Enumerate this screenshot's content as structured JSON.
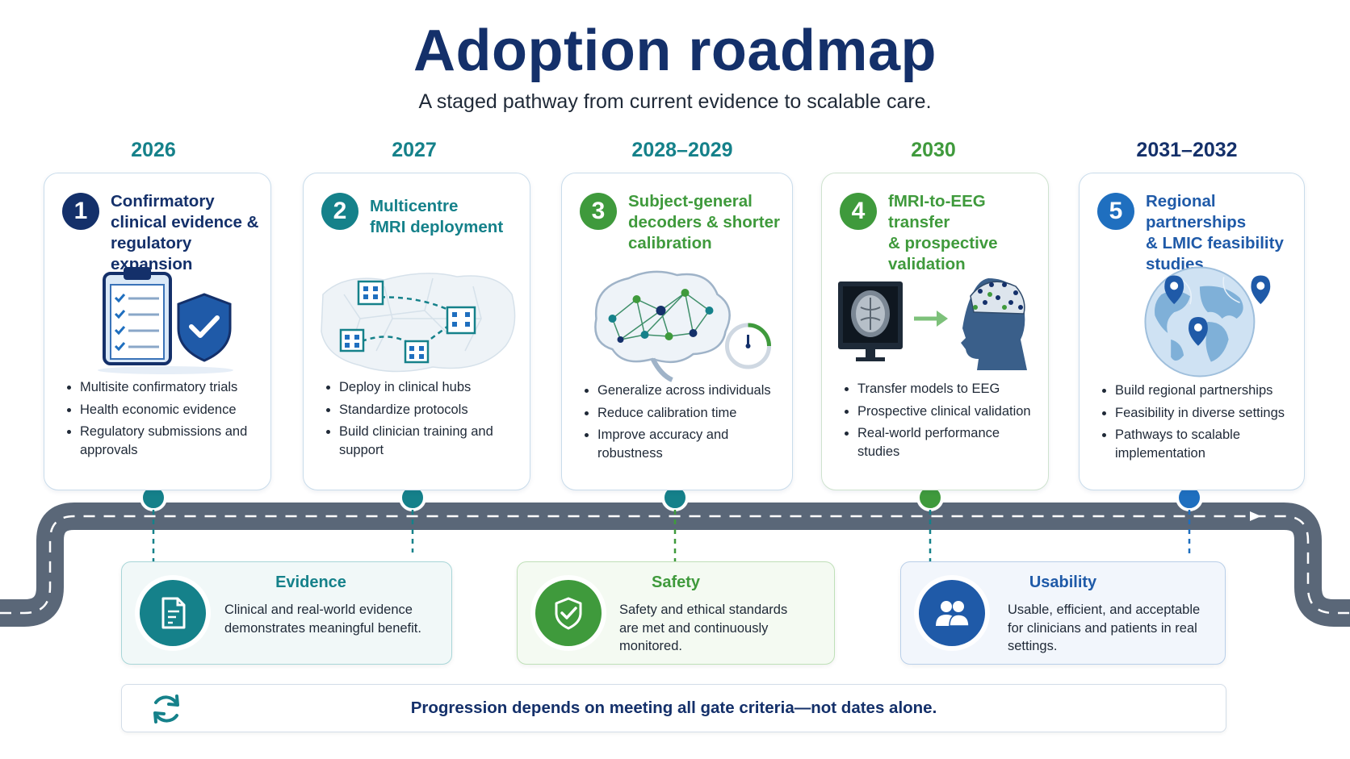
{
  "header": {
    "title": "Adoption roadmap",
    "subtitle": "A staged pathway from current evidence to scalable care."
  },
  "colors": {
    "navy": "#14306a",
    "teal": "#15818a",
    "green": "#3f9a3c",
    "blue": "#1f6fbf",
    "road": "#5a6778"
  },
  "stages": [
    {
      "year": "2026",
      "number": "1",
      "title_lines": [
        "Confirmatory",
        "clinical evidence &",
        "regulatory expansion"
      ],
      "bullets": [
        "Multisite confirmatory trials",
        "Health economic evidence",
        "Regulatory submissions and approvals"
      ],
      "icon": "clipboard-shield-icon"
    },
    {
      "year": "2027",
      "number": "2",
      "title_lines": [
        "Multicentre",
        "fMRI deployment"
      ],
      "bullets": [
        "Deploy in clinical hubs",
        "Standardize protocols",
        "Build clinician training and support"
      ],
      "icon": "hospital-network-map-icon"
    },
    {
      "year": "2028–2029",
      "number": "3",
      "title_lines": [
        "Subject-general",
        "decoders & shorter",
        "calibration"
      ],
      "bullets": [
        "Generalize across individuals",
        "Reduce calibration time",
        "Improve accuracy and robustness"
      ],
      "icon": "brain-network-gauge-icon"
    },
    {
      "year": "2030",
      "number": "4",
      "title_lines": [
        "fMRI-to-EEG transfer",
        "& prospective",
        "validation"
      ],
      "bullets": [
        "Transfer models to EEG",
        "Prospective clinical validation",
        "Real-world performance studies"
      ],
      "icon": "mri-to-eeg-cap-icon"
    },
    {
      "year": "2031–2032",
      "number": "5",
      "title_lines": [
        "Regional partnerships",
        "& LMIC feasibility",
        "studies"
      ],
      "bullets": [
        "Build regional partnerships",
        "Feasibility in diverse settings",
        "Pathways to scalable implementation"
      ],
      "icon": "globe-pins-icon"
    }
  ],
  "gates": [
    {
      "title": "Evidence",
      "description": "Clinical and real-world evidence demonstrates meaningful benefit.",
      "icon": "document-icon"
    },
    {
      "title": "Safety",
      "description": "Safety and ethical standards are met and continuously monitored.",
      "icon": "shield-check-icon"
    },
    {
      "title": "Usability",
      "description": "Usable, efficient, and acceptable for clinicians and patients in real settings.",
      "icon": "users-icon"
    }
  ],
  "footer": {
    "text": "Progression depends on meeting all gate criteria—not dates alone.",
    "icon": "refresh-cycle-icon"
  }
}
